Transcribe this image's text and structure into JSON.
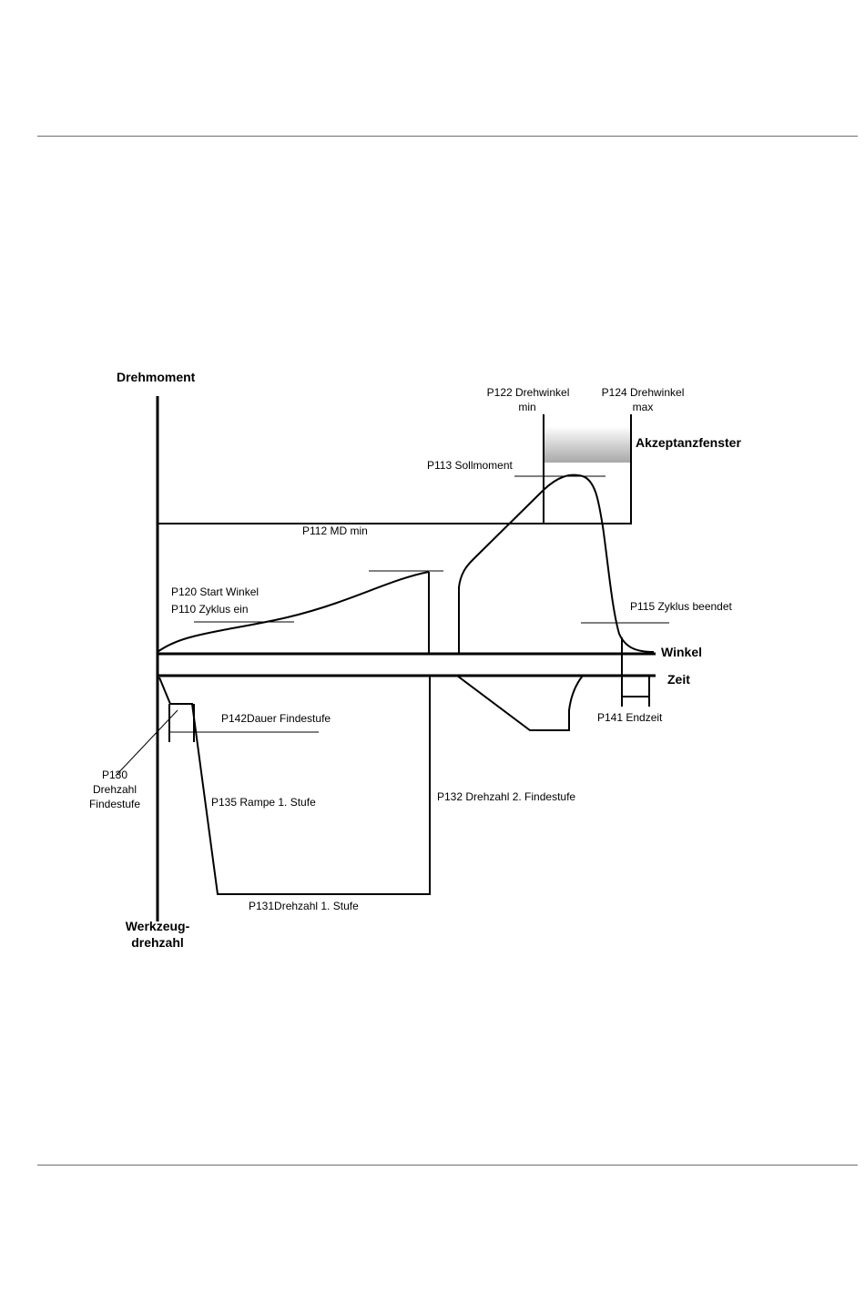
{
  "axes": {
    "torque": "Drehmoment",
    "angle": "Winkel",
    "time": "Zeit",
    "tool_speed_line1": "Werkzeug-",
    "tool_speed_line2": "drehzahl"
  },
  "window": {
    "label": "Akzeptanzfenster",
    "min_line1": "P122 Drehwinkel",
    "min_line2": "min",
    "max_line1": "P124 Drehwinkel",
    "max_line2": "max"
  },
  "params": {
    "p113": "P113 Sollmoment",
    "p112": "P112 MD min",
    "p120": "P120 Start Winkel",
    "p110": "P110 Zyklus ein",
    "p115": "P115 Zyklus beendet",
    "p142": "P142Dauer Findestufe",
    "p141": "P141 Endzeit",
    "p130_line1": "P130",
    "p130_line2": "Drehzahl",
    "p130_line3": "Findestufe",
    "p135": "P135 Rampe 1. Stufe",
    "p132": "P132 Drehzahl 2. Findestufe",
    "p131": "P131Drehzahl 1. Stufe"
  }
}
